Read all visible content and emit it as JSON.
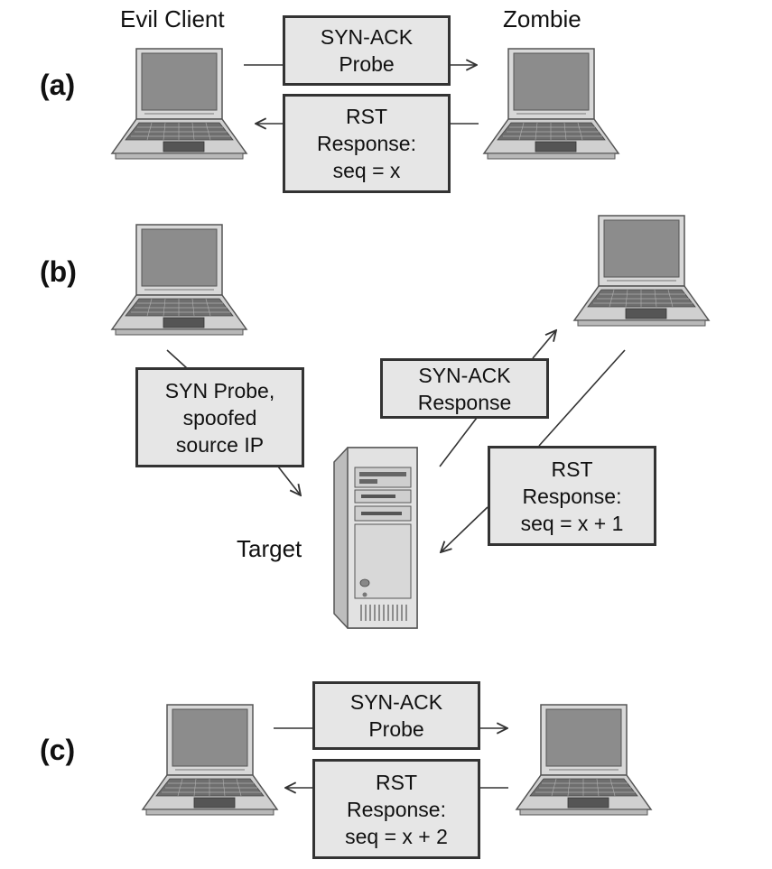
{
  "labels": {
    "section_a": "(a)",
    "section_b": "(b)",
    "section_c": "(c)",
    "evil_client": "Evil Client",
    "zombie": "Zombie",
    "target": "Target"
  },
  "boxes": {
    "a_probe": [
      "SYN-ACK",
      "Probe"
    ],
    "a_response": [
      "RST",
      "Response:",
      "seq = x"
    ],
    "b_syn_probe": [
      "SYN Probe,",
      "spoofed",
      "source IP"
    ],
    "b_synack_response": [
      "SYN-ACK",
      "Response"
    ],
    "b_rst_response": [
      "RST",
      "Response:",
      "seq = x + 1"
    ],
    "c_probe": [
      "SYN-ACK",
      "Probe"
    ],
    "c_response": [
      "RST",
      "Response:",
      "seq = x + 2"
    ]
  },
  "colors": {
    "box_fill": "#e6e6e6",
    "box_border": "#333333",
    "screen": "#8c8c8c",
    "device_body": "#d6d6d6"
  },
  "icons": [
    "laptop-icon",
    "server-tower-icon"
  ]
}
